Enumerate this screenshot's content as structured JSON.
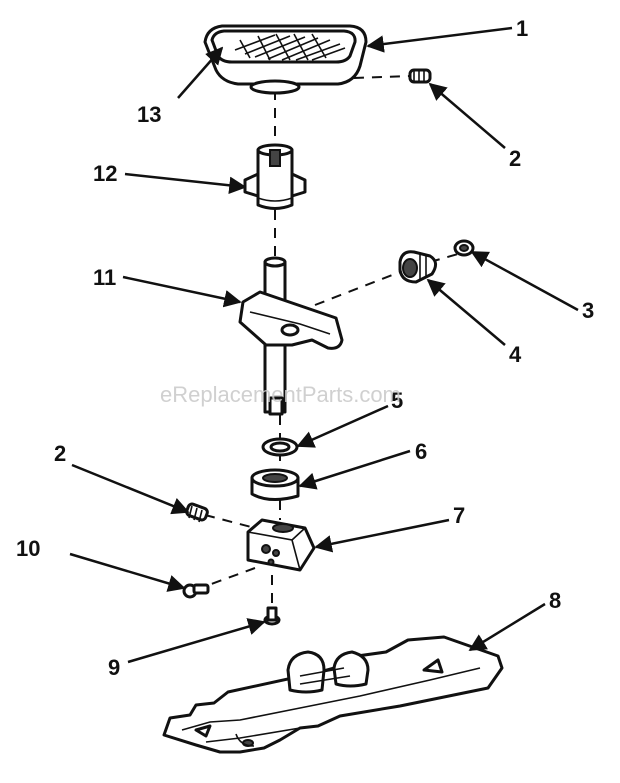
{
  "watermark": "eReplacementParts.com",
  "callouts": {
    "c1": "1",
    "c2a": "2",
    "c2b": "2",
    "c3": "3",
    "c4": "4",
    "c5": "5",
    "c6": "6",
    "c7": "7",
    "c8": "8",
    "c9": "9",
    "c10": "10",
    "c11": "11",
    "c12": "12",
    "c13": "13"
  }
}
